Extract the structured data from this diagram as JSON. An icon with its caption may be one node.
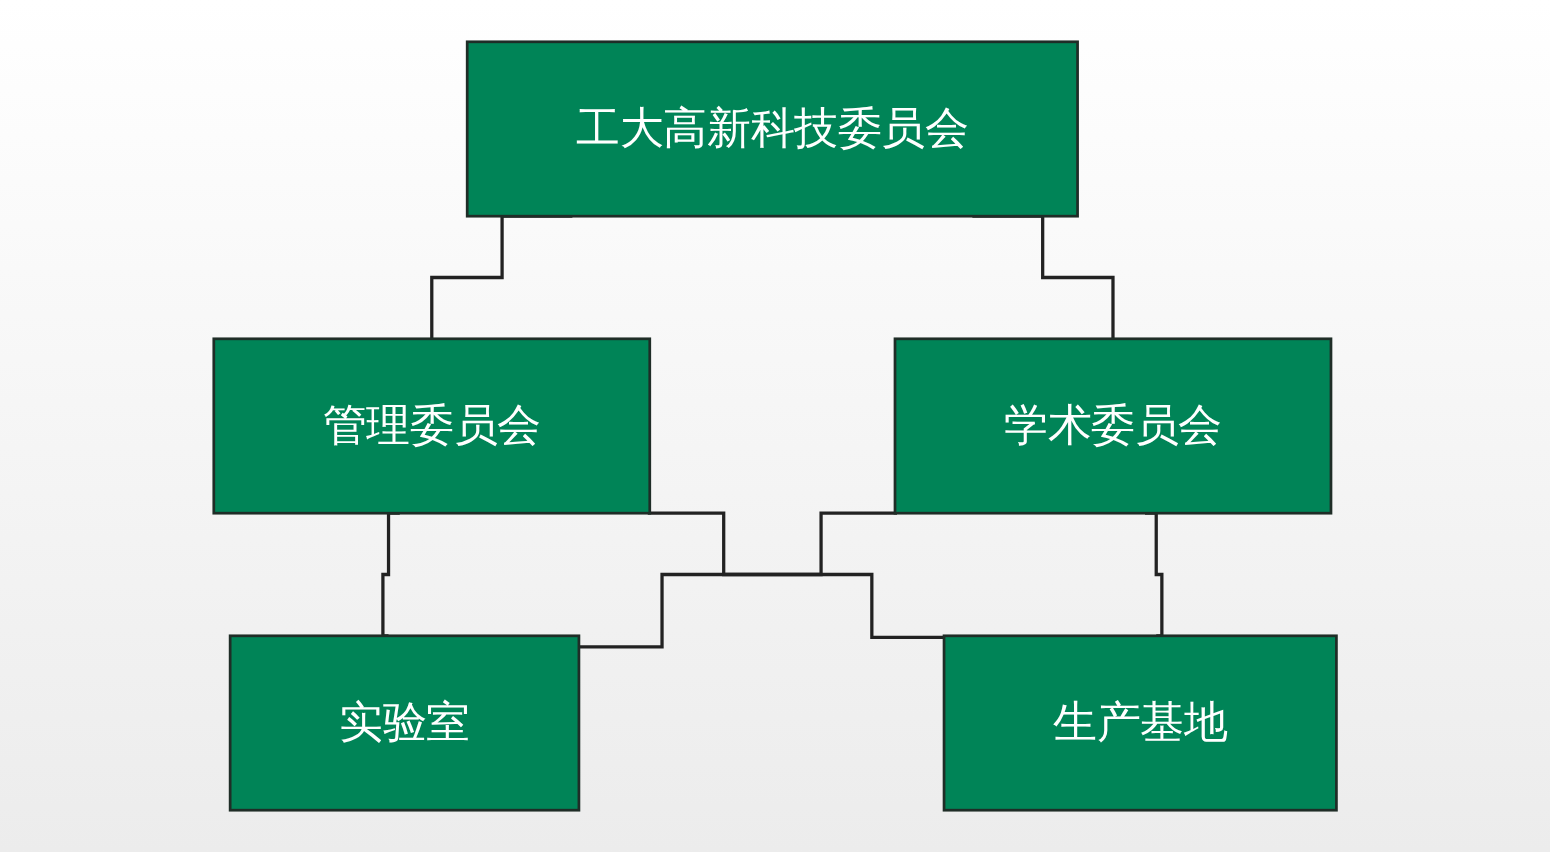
{
  "diagram": {
    "nodes": [
      {
        "text": [
          "工大高新科技委员会"
        ]
      },
      {
        "text": [
          "管理委员会"
        ]
      },
      {
        "text": [
          "学术委员会"
        ]
      },
      {
        "text": [
          "实验室"
        ]
      },
      {
        "text": [
          "生产基地"
        ]
      }
    ],
    "edges": [
      {
        "from": 0,
        "to": 1,
        "arrow": "none"
      },
      {
        "from": 0,
        "to": 2,
        "arrow": "none"
      },
      {
        "from": 1,
        "to": 3,
        "arrow": "none"
      },
      {
        "from": 1,
        "to": 4,
        "arrow": "none"
      },
      {
        "from": 2,
        "to": 3,
        "arrow": "none"
      },
      {
        "from": 2,
        "to": 4,
        "arrow": "none"
      }
    ]
  }
}
